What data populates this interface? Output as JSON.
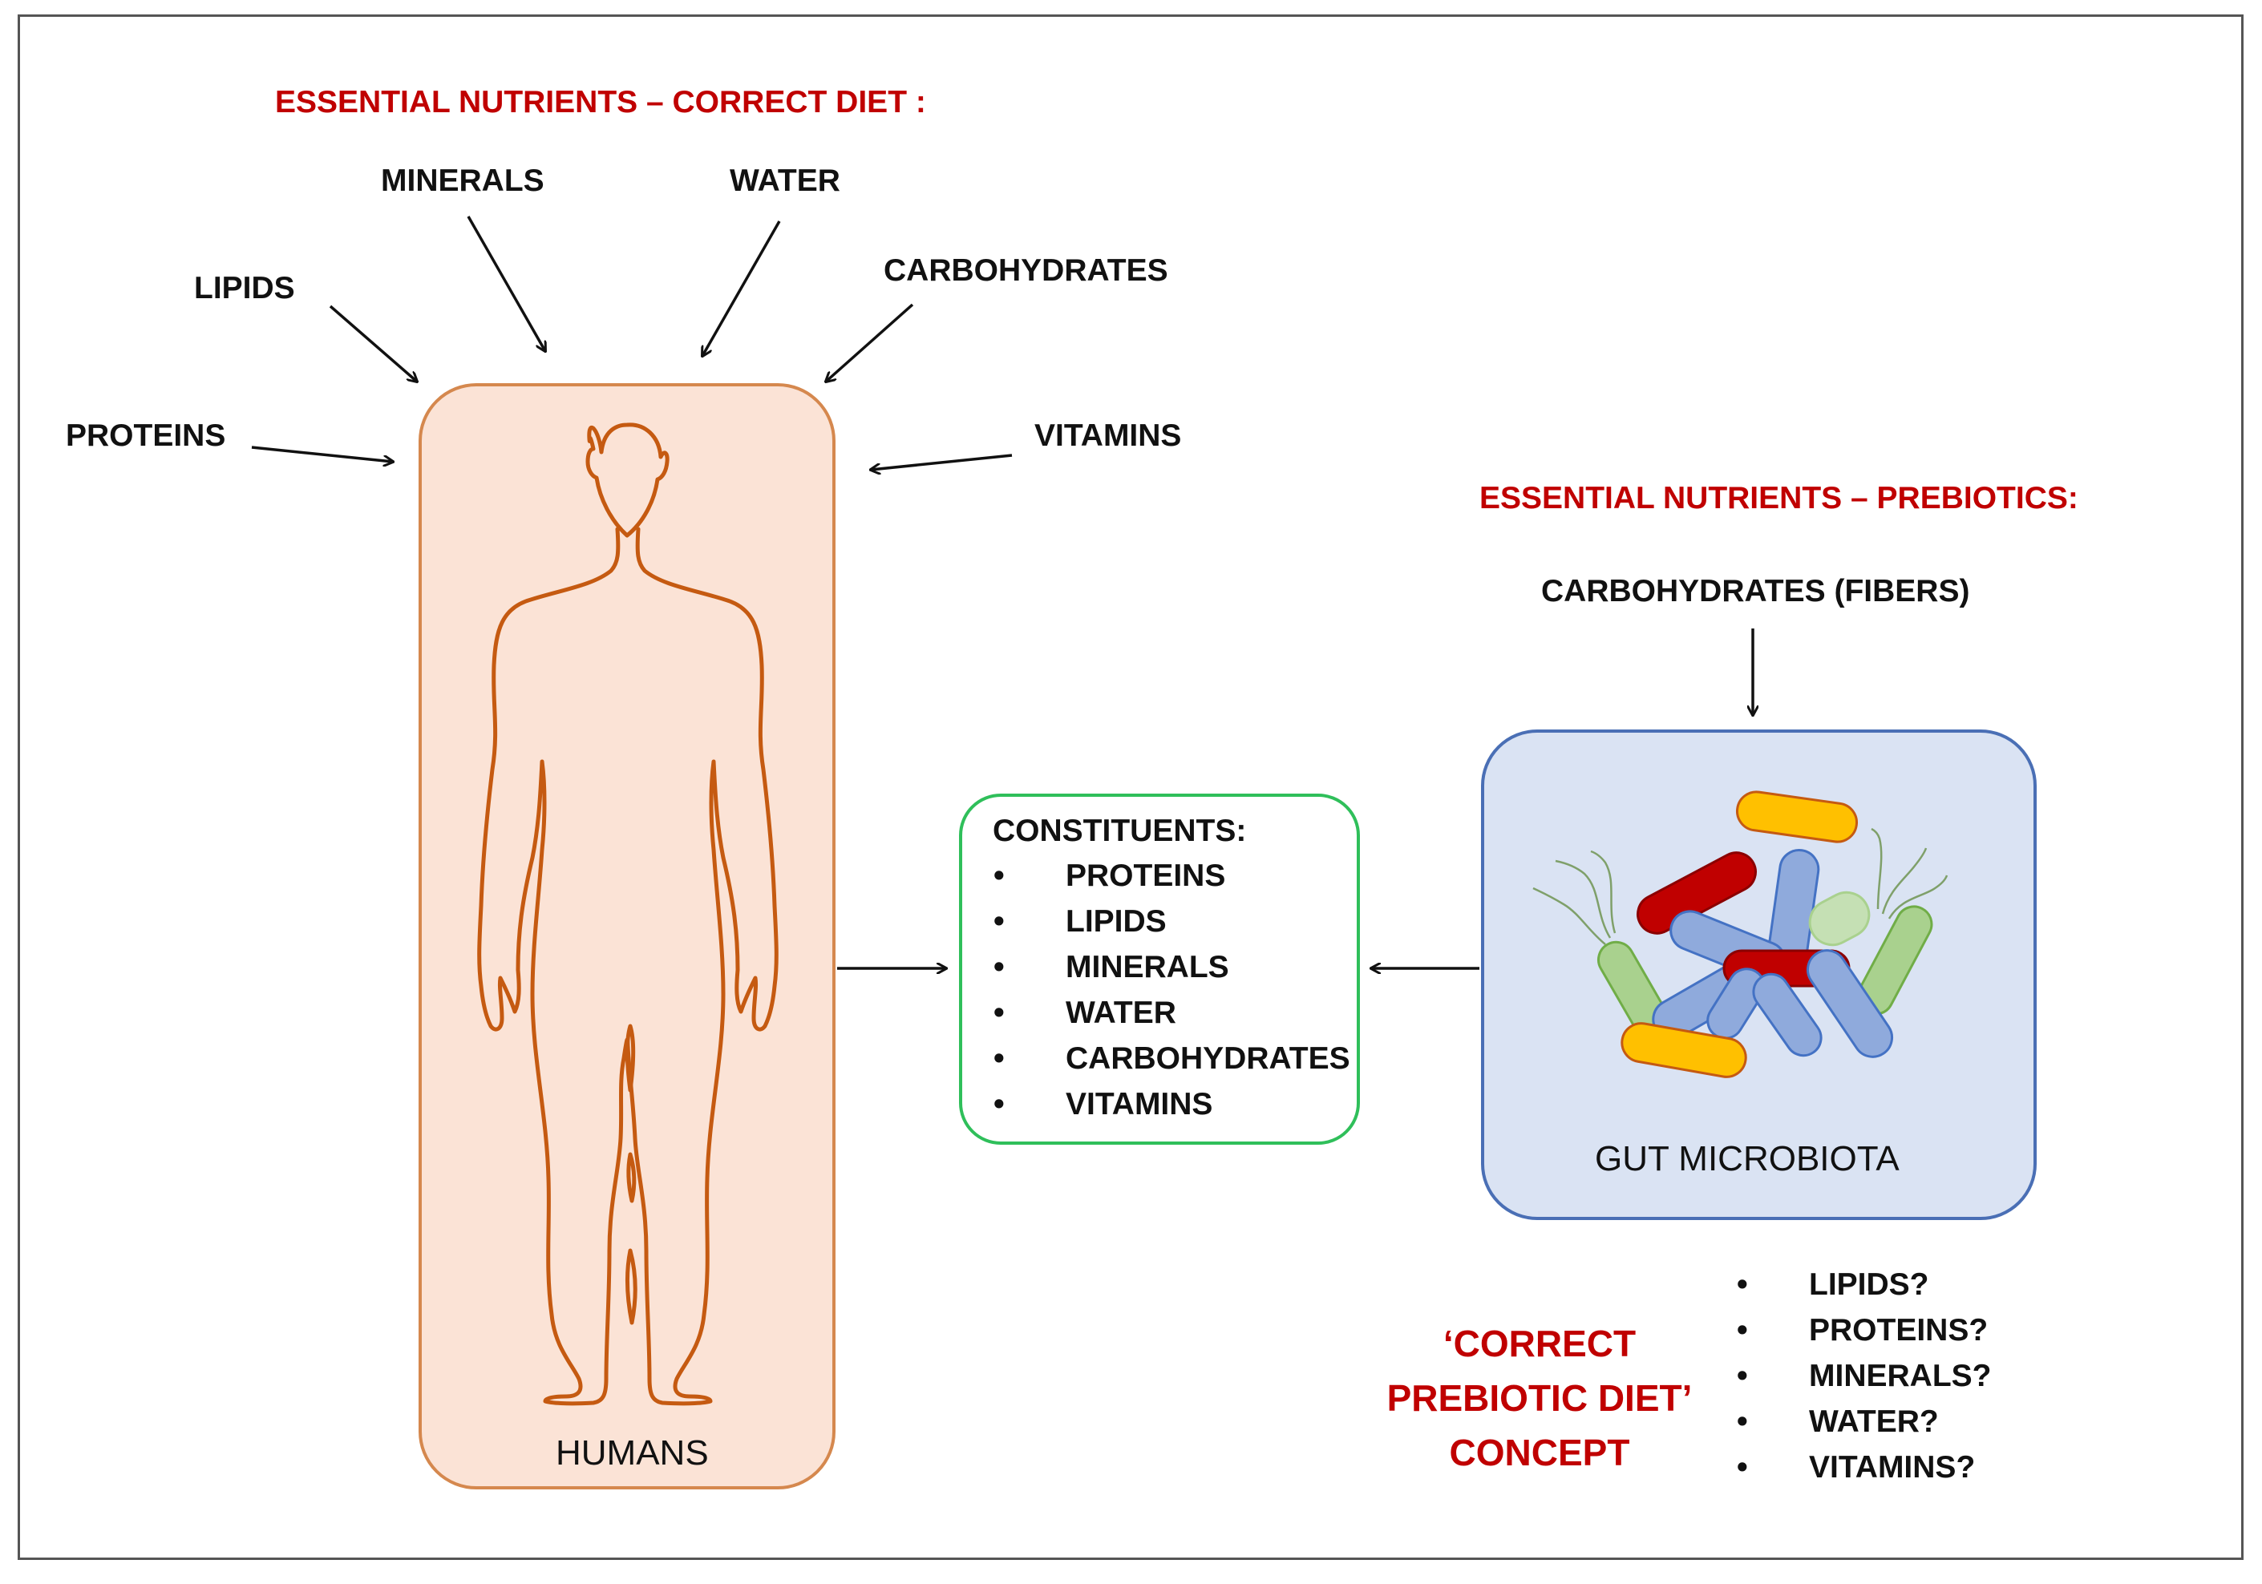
{
  "headings": {
    "correct_diet": "ESSENTIAL NUTRIENTS – CORRECT DIET :",
    "prebiotics": "ESSENTIAL NUTRIENTS – PREBIOTICS:"
  },
  "nutrients": {
    "minerals": "MINERALS",
    "water": "WATER",
    "lipids": "LIPIDS",
    "carbohydrates": "CARBOHYDRATES",
    "proteins": "PROTEINS",
    "vitamins": "VITAMINS"
  },
  "fibers": "CARBOHYDRATES (FIBERS)",
  "humans_label": "HUMANS",
  "microbiota_label": "GUT MICROBIOTA",
  "constituents": {
    "title": "CONSTITUENTS:",
    "items": [
      "PROTEINS",
      "LIPIDS",
      "MINERALS",
      "WATER",
      "CARBOHYDRATES",
      "VITAMINS"
    ]
  },
  "questions": [
    "LIPIDS?",
    "PROTEINS?",
    "MINERALS?",
    "WATER?",
    "VITAMINS?"
  ],
  "concept": {
    "line1": "‘CORRECT",
    "line2": "PREBIOTIC DIET’",
    "line3": "CONCEPT"
  },
  "colors": {
    "heading_red": "#c00000",
    "humans_fill": "#fbe3d6",
    "humans_stroke": "#d5884e",
    "body_outline": "#c55a11",
    "constituents_stroke": "#2fbf5a",
    "microbiota_fill": "#dae3f3",
    "microbiota_stroke": "#4a6fb5",
    "bacteria_blue": "#8faadc",
    "bacteria_red": "#c00000",
    "bacteria_yellow": "#ffc000",
    "bacteria_green": "#a9d18e"
  }
}
